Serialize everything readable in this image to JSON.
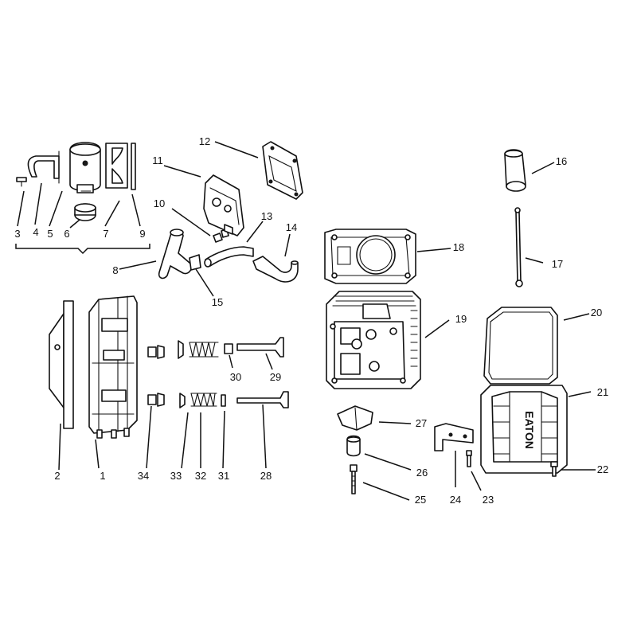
{
  "callouts": {
    "c1": "1",
    "c2": "2",
    "c3": "3",
    "c4": "4",
    "c5": "5",
    "c6": "6",
    "c7": "7",
    "c8": "8",
    "c9": "9",
    "c10": "10",
    "c11": "11",
    "c12": "12",
    "c13": "13",
    "c14": "14",
    "c15": "15",
    "c16": "16",
    "c17": "17",
    "c18": "18",
    "c19": "19",
    "c20": "20",
    "c21": "21",
    "c22": "22",
    "c23": "23",
    "c24": "24",
    "c25": "25",
    "c26": "26",
    "c27": "27",
    "c28": "28",
    "c29": "29",
    "c30": "30",
    "c31": "31",
    "c32": "32",
    "c33": "33",
    "c34": "34"
  },
  "cover_lettering": "EATON"
}
